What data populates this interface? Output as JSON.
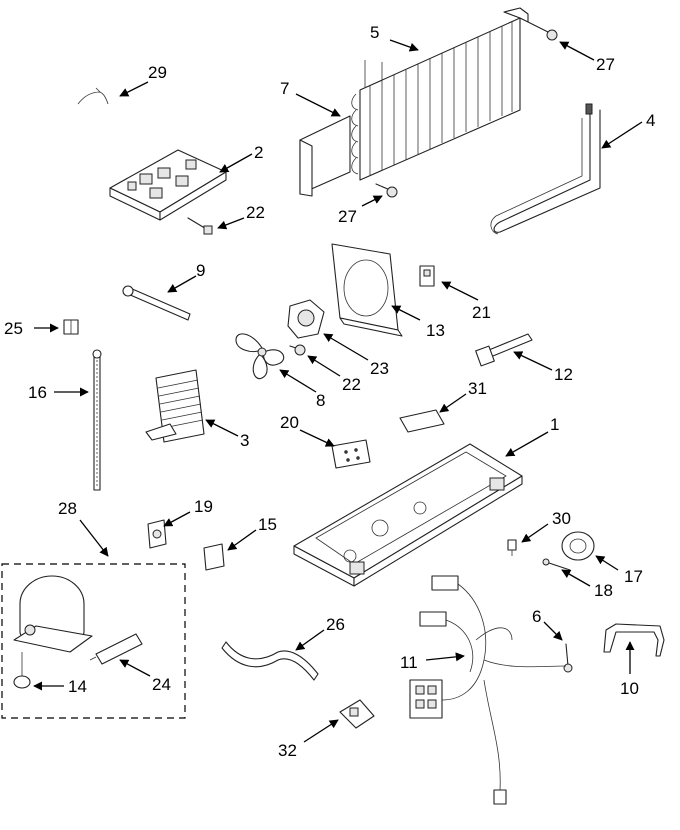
{
  "callouts": [
    "1",
    "2",
    "3",
    "4",
    "5",
    "6",
    "7",
    "8",
    "9",
    "10",
    "11",
    "12",
    "13",
    "14",
    "15",
    "16",
    "17",
    "18",
    "19",
    "20",
    "21",
    "22",
    "22",
    "23",
    "24",
    "25",
    "26",
    "27",
    "27",
    "28",
    "29",
    "30",
    "31",
    "32"
  ]
}
